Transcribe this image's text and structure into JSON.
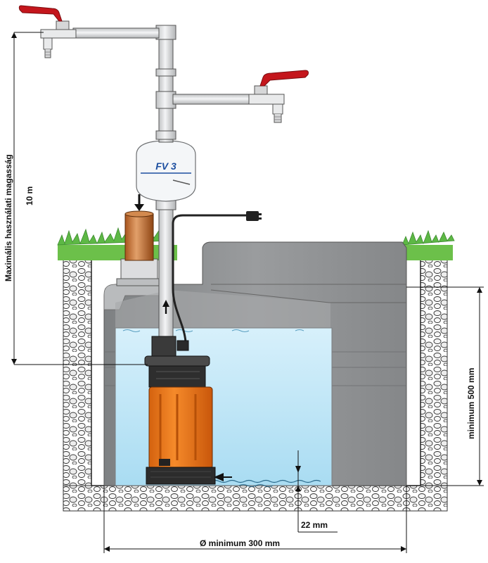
{
  "labels": {
    "vertical_height": "Maximális használati magasság",
    "height_value": "10 m",
    "tank_label": "FV 3",
    "min_depth": "minimum 500 mm",
    "gap": "22 mm",
    "diameter": "Ø minimum 300 mm"
  },
  "colors": {
    "water": "#bfe6f7",
    "pump_orange": "#f07a1c",
    "tank_grey": "#8e9092",
    "pipe_light": "#e6e7e8",
    "valve_red": "#c4161c",
    "grass": "#5db845",
    "gravel": "#f2f2f2"
  }
}
